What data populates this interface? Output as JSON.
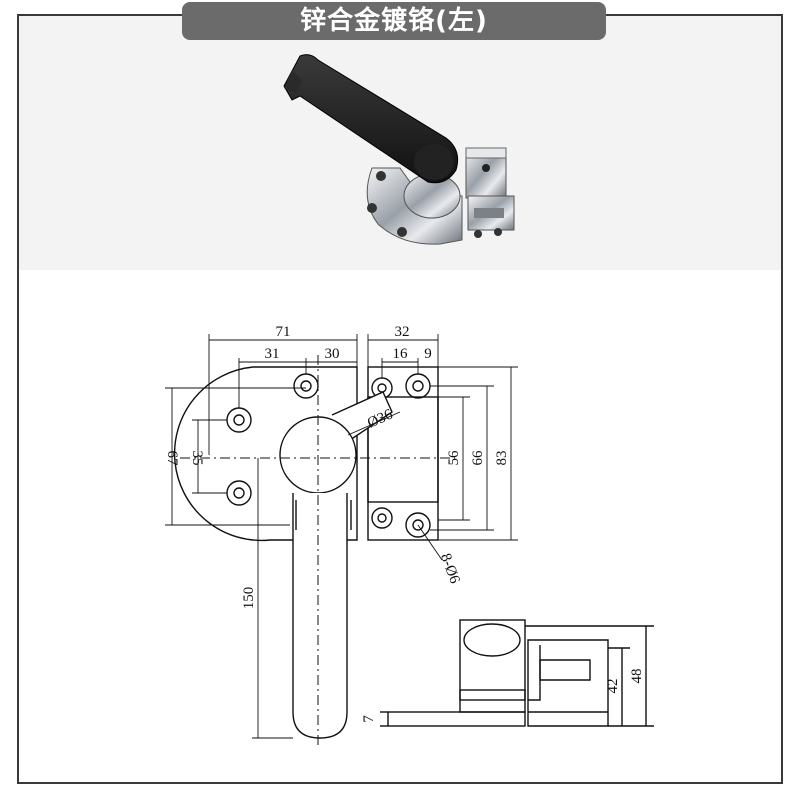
{
  "title": "锌合金镀铬(左)",
  "product_photo": {
    "alt": "chrome and black lever latch"
  },
  "drawing": {
    "dims": {
      "d71": "71",
      "d31": "31",
      "d30": "30",
      "d32": "32",
      "d16": "16",
      "d9": "9",
      "d36": "Ø36",
      "d67": "67",
      "d35": "35",
      "d56": "56",
      "d66": "66",
      "d83": "83",
      "d150": "150",
      "holes": "8-Ø6",
      "d7": "7",
      "d42": "42",
      "d48": "48"
    }
  },
  "colors": {
    "title_bg": "#6b6b6b",
    "frame": "#3a3a3a",
    "photo_bg": "#f3f3f3",
    "handle": "#1c1c1c",
    "chrome": "#c9ccd1"
  }
}
